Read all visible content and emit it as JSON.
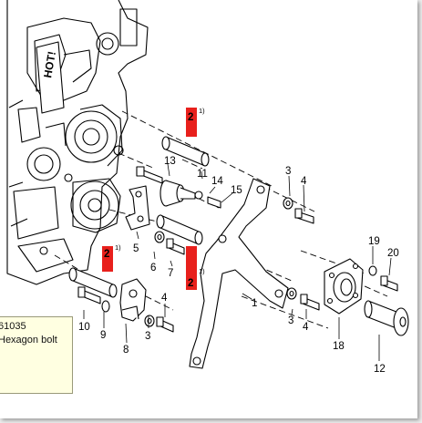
{
  "callouts": {
    "c1": "1",
    "c2a": "2",
    "c2b": "2",
    "c2c": "2",
    "c3a": "3",
    "c3b": "3",
    "c3c": "3",
    "c4a": "4",
    "c4b": "4",
    "c4c": "4",
    "c5": "5",
    "c6": "6",
    "c7": "7",
    "c8": "8",
    "c9": "9",
    "c10": "10",
    "c11": "11",
    "c12": "12",
    "c13": "13",
    "c14": "14",
    "c15": "15",
    "c18": "18",
    "c19": "19",
    "c20": "20",
    "footnote_a": "1)",
    "footnote_b": "1)",
    "footnote_c": "1)"
  },
  "engine_label": "HOT!",
  "tooltip": {
    "part_number": "61035",
    "description": "Hexagon bolt"
  },
  "colors": {
    "highlight": "#e8201c",
    "tooltip_bg": "#ffffe1"
  }
}
